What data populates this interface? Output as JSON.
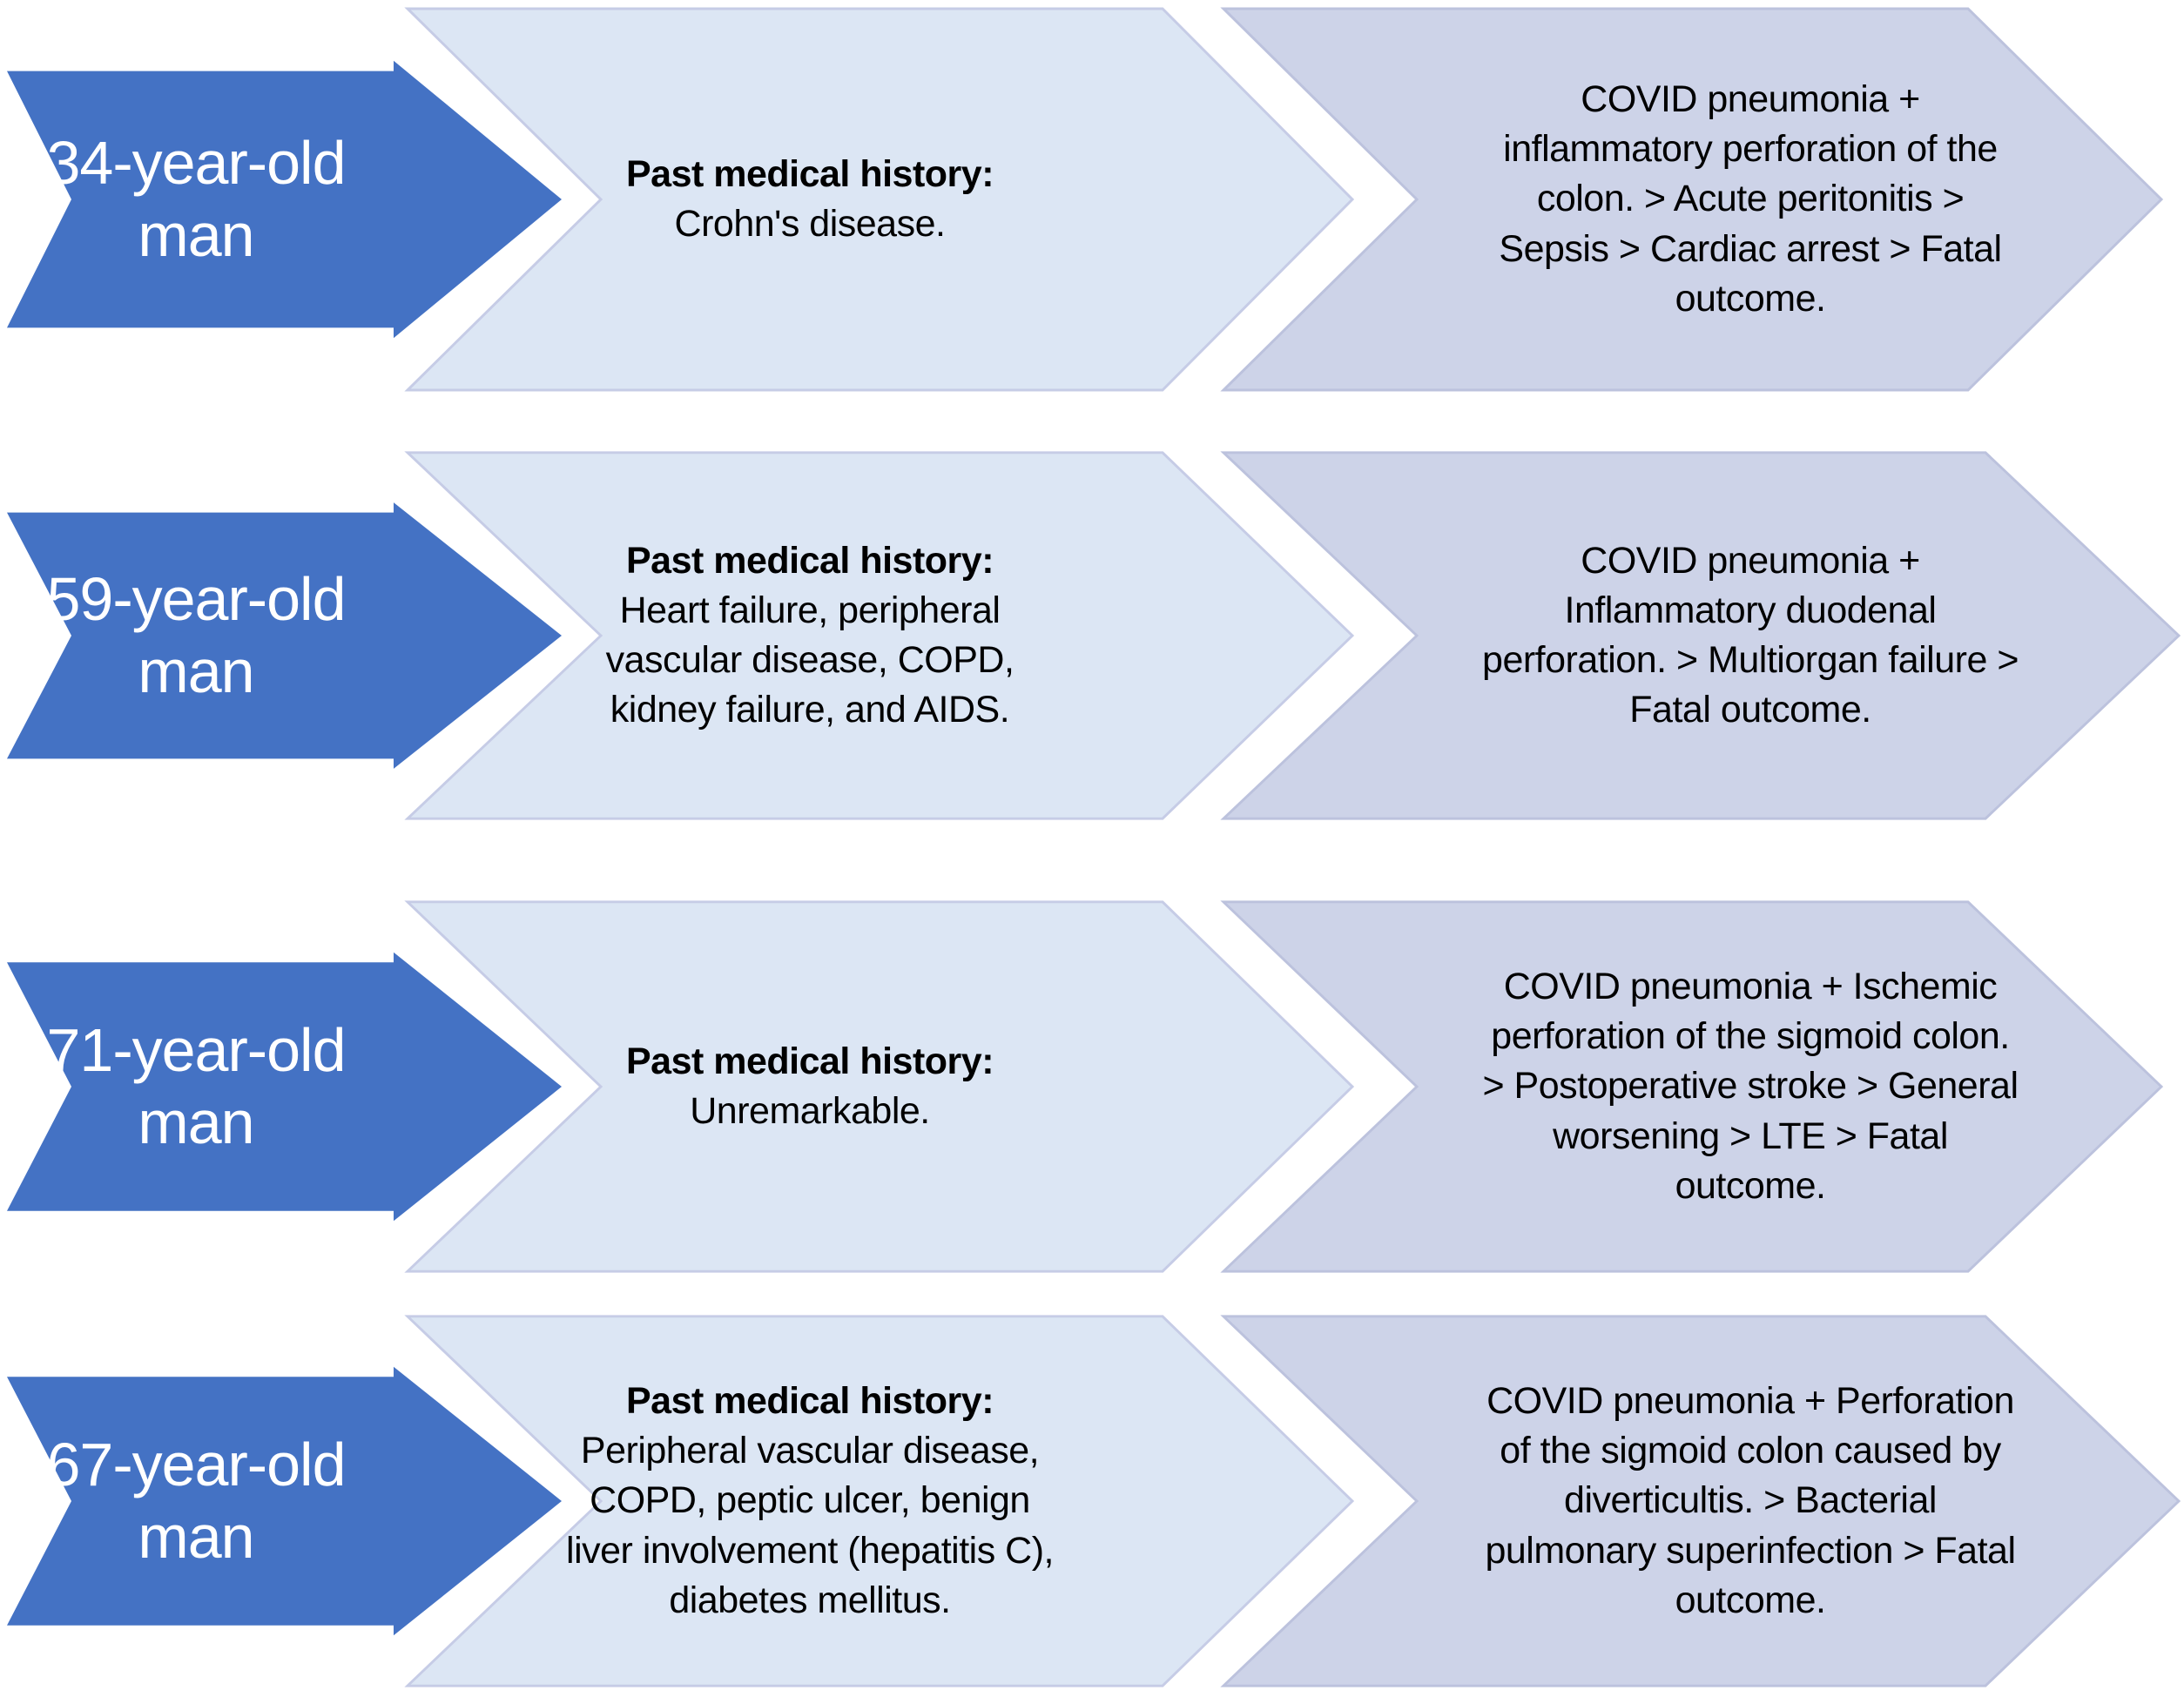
{
  "diagram": {
    "type": "chevron-process-list",
    "colors": {
      "patient_arrow_fill": "#4472C4",
      "patient_text": "#FFFFFF",
      "history_fill": "#DCE6F4",
      "history_border": "#C6CCE6",
      "outcome_fill": "#CDD3E8",
      "outcome_border": "#BCC2DD",
      "body_text": "#000000"
    },
    "rows": [
      {
        "patient": "34-year-old man",
        "history_label": "Past medical history:",
        "history": "Crohn's disease.",
        "outcome": "COVID pneumonia + inflammatory perforation of the colon. > Acute peritonitis > Sepsis > Cardiac arrest > Fatal outcome."
      },
      {
        "patient": "59-year-old man",
        "history_label": "Past medical history:",
        "history": "Heart failure, peripheral vascular disease, COPD, kidney failure, and AIDS.",
        "outcome": "COVID pneumonia + Inflammatory duodenal perforation. > Multiorgan failure > Fatal outcome."
      },
      {
        "patient": "71-year-old man",
        "history_label": "Past medical history:",
        "history": "Unremarkable.",
        "outcome": "COVID pneumonia + Ischemic perforation of the sigmoid colon. > Postoperative stroke > General worsening > LTE > Fatal outcome."
      },
      {
        "patient": "67-year-old man",
        "history_label": "Past medical history:",
        "history": "Peripheral vascular disease, COPD, peptic ulcer, benign liver involvement (hepatitis C), diabetes mellitus.",
        "outcome": "COVID pneumonia + Perforation of the sigmoid colon caused by diverticultis. > Bacterial pulmonary superinfection > Fatal outcome."
      }
    ]
  }
}
